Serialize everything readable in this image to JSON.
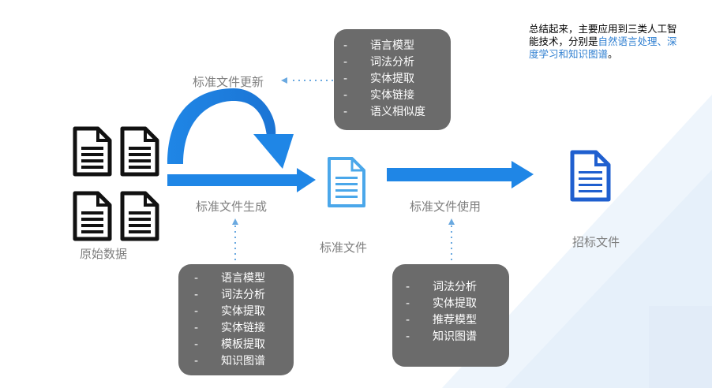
{
  "colors": {
    "arrow_blue": "#1f86e6",
    "doc_black": "#111111",
    "doc_light_blue": "#4aa7ea",
    "doc_dark_blue": "#1f5fcf",
    "box_gray": "#6b6b6b",
    "label_gray": "#7f7f7f",
    "highlight_blue": "#2f7fd1"
  },
  "labels": {
    "raw_data": "原始数据",
    "std_update": "标准文件更新",
    "std_generate": "标准文件生成",
    "std_file": "标准文件",
    "std_use": "标准文件使用",
    "bid_file": "招标文件"
  },
  "boxes": {
    "update": [
      "语言模型",
      "词法分析",
      "实体提取",
      "实体链接",
      "语义相似度"
    ],
    "generate": [
      "语言模型",
      "词法分析",
      "实体提取",
      "实体链接",
      "模板提取",
      "知识图谱"
    ],
    "use": [
      "词法分析",
      "实体提取",
      "推荐模型",
      "知识图谱"
    ]
  },
  "bullet": "-",
  "note": {
    "text_plain": "总结起来，主要应用到三类人工智能技术，分别是",
    "text_highlight": "自然语言处理、深度学习和知识图谱",
    "text_end": "。"
  },
  "icons": [
    "document-icon",
    "arrow-icon",
    "dotted-arrow-icon"
  ]
}
